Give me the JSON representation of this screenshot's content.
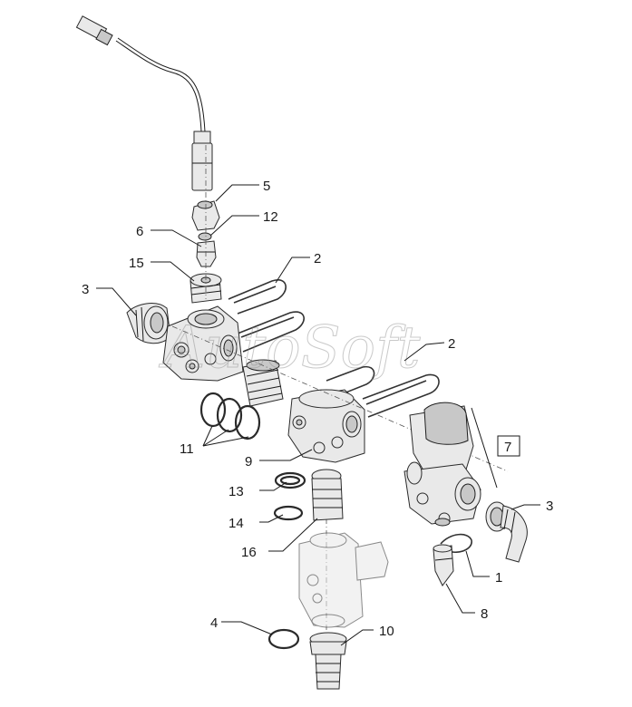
{
  "watermark": "AutoSoft",
  "callouts": [
    {
      "id": "5",
      "label": "5"
    },
    {
      "id": "12",
      "label": "12"
    },
    {
      "id": "6",
      "label": "6"
    },
    {
      "id": "15",
      "label": "15"
    },
    {
      "id": "2a",
      "label": "2"
    },
    {
      "id": "3a",
      "label": "3"
    },
    {
      "id": "2b",
      "label": "2"
    },
    {
      "id": "11",
      "label": "11"
    },
    {
      "id": "9",
      "label": "9"
    },
    {
      "id": "7",
      "label": "7"
    },
    {
      "id": "13",
      "label": "13"
    },
    {
      "id": "14",
      "label": "14"
    },
    {
      "id": "16",
      "label": "16"
    },
    {
      "id": "3b",
      "label": "3"
    },
    {
      "id": "1",
      "label": "1"
    },
    {
      "id": "8",
      "label": "8"
    },
    {
      "id": "4",
      "label": "4"
    },
    {
      "id": "10",
      "label": "10"
    }
  ]
}
